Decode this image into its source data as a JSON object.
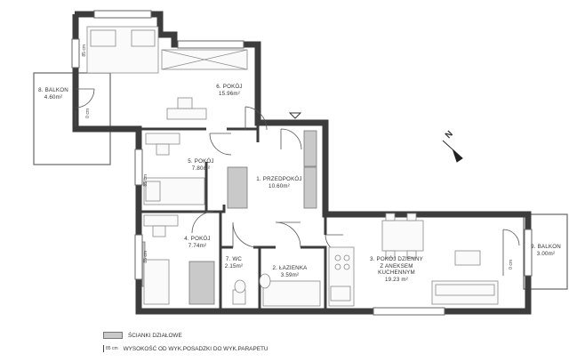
{
  "rooms": [
    {
      "id": "1",
      "name": "1. PRZEDPOKÓJ",
      "area": "10.60m²"
    },
    {
      "id": "2",
      "name": "2. ŁAZIENKA",
      "area": "3.59m²"
    },
    {
      "id": "3",
      "name": "3. POKÓJ DZIENNY",
      "name2": "Z ANEKSEM",
      "name3": "KUCHENNYM",
      "area": "19.23 m²"
    },
    {
      "id": "4",
      "name": "4. POKÓJ",
      "area": "7.74m²"
    },
    {
      "id": "5",
      "name": "5. POKÓJ",
      "area": "7.80m²"
    },
    {
      "id": "6",
      "name": "6. POKÓJ",
      "area": "15.96m²"
    },
    {
      "id": "7",
      "name": "7. WC",
      "area": "2.15m²"
    },
    {
      "id": "8",
      "name": "8. BALKON",
      "area": "4.60m²"
    },
    {
      "id": "9",
      "name": "9. BALKON",
      "area": "3.00m²"
    }
  ],
  "window_tags": {
    "h85": "85 cm",
    "h0": "0 cm"
  },
  "compass": {
    "label": "N"
  },
  "legend": {
    "partition_walls": "ŚCIANKI DZIAŁOWE",
    "sill_height_mark": "85 cm",
    "sill_height_text": "WYSOKOŚĆ OD WYK.POSADZKI DO WYK.PARAPETU"
  },
  "colors": {
    "wall": "#3c3c3c",
    "partition": "#c9c9c9",
    "furniture": "#8a8a8a",
    "floor": "#ffffff"
  }
}
